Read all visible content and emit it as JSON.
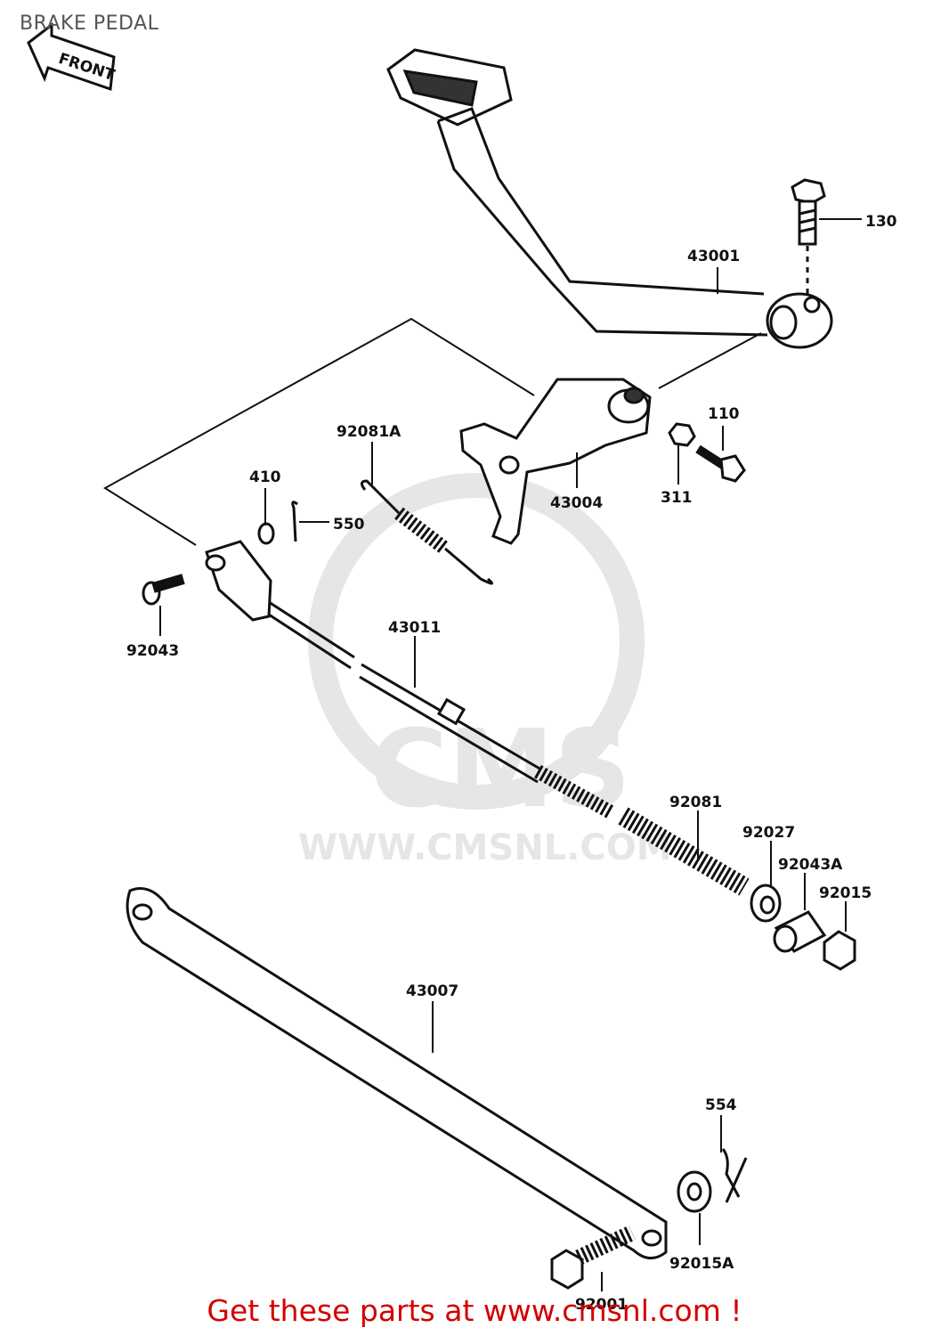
{
  "page": {
    "title": "BRAKE PEDAL"
  },
  "front_arrow": {
    "label": "FRONT"
  },
  "watermark": {
    "brand": "CMS",
    "url": "WWW.CMSNL.COM"
  },
  "callouts": {
    "p130": "130",
    "p43001": "43001",
    "p110": "110",
    "p92081a": "92081A",
    "p410": "410",
    "p550": "550",
    "p43004": "43004",
    "p311": "311",
    "p92043": "92043",
    "p43011": "43011",
    "p92081": "92081",
    "p92027": "92027",
    "p92043a": "92043A",
    "p92015": "92015",
    "p43007": "43007",
    "p554": "554",
    "p92015a": "92015A",
    "p92001": "92001"
  },
  "footer": {
    "link_text": "Get these parts at www.cmsnl.com !"
  },
  "colors": {
    "line": "#111111",
    "footer": "#d40000",
    "watermark": "#e6e6e6"
  }
}
